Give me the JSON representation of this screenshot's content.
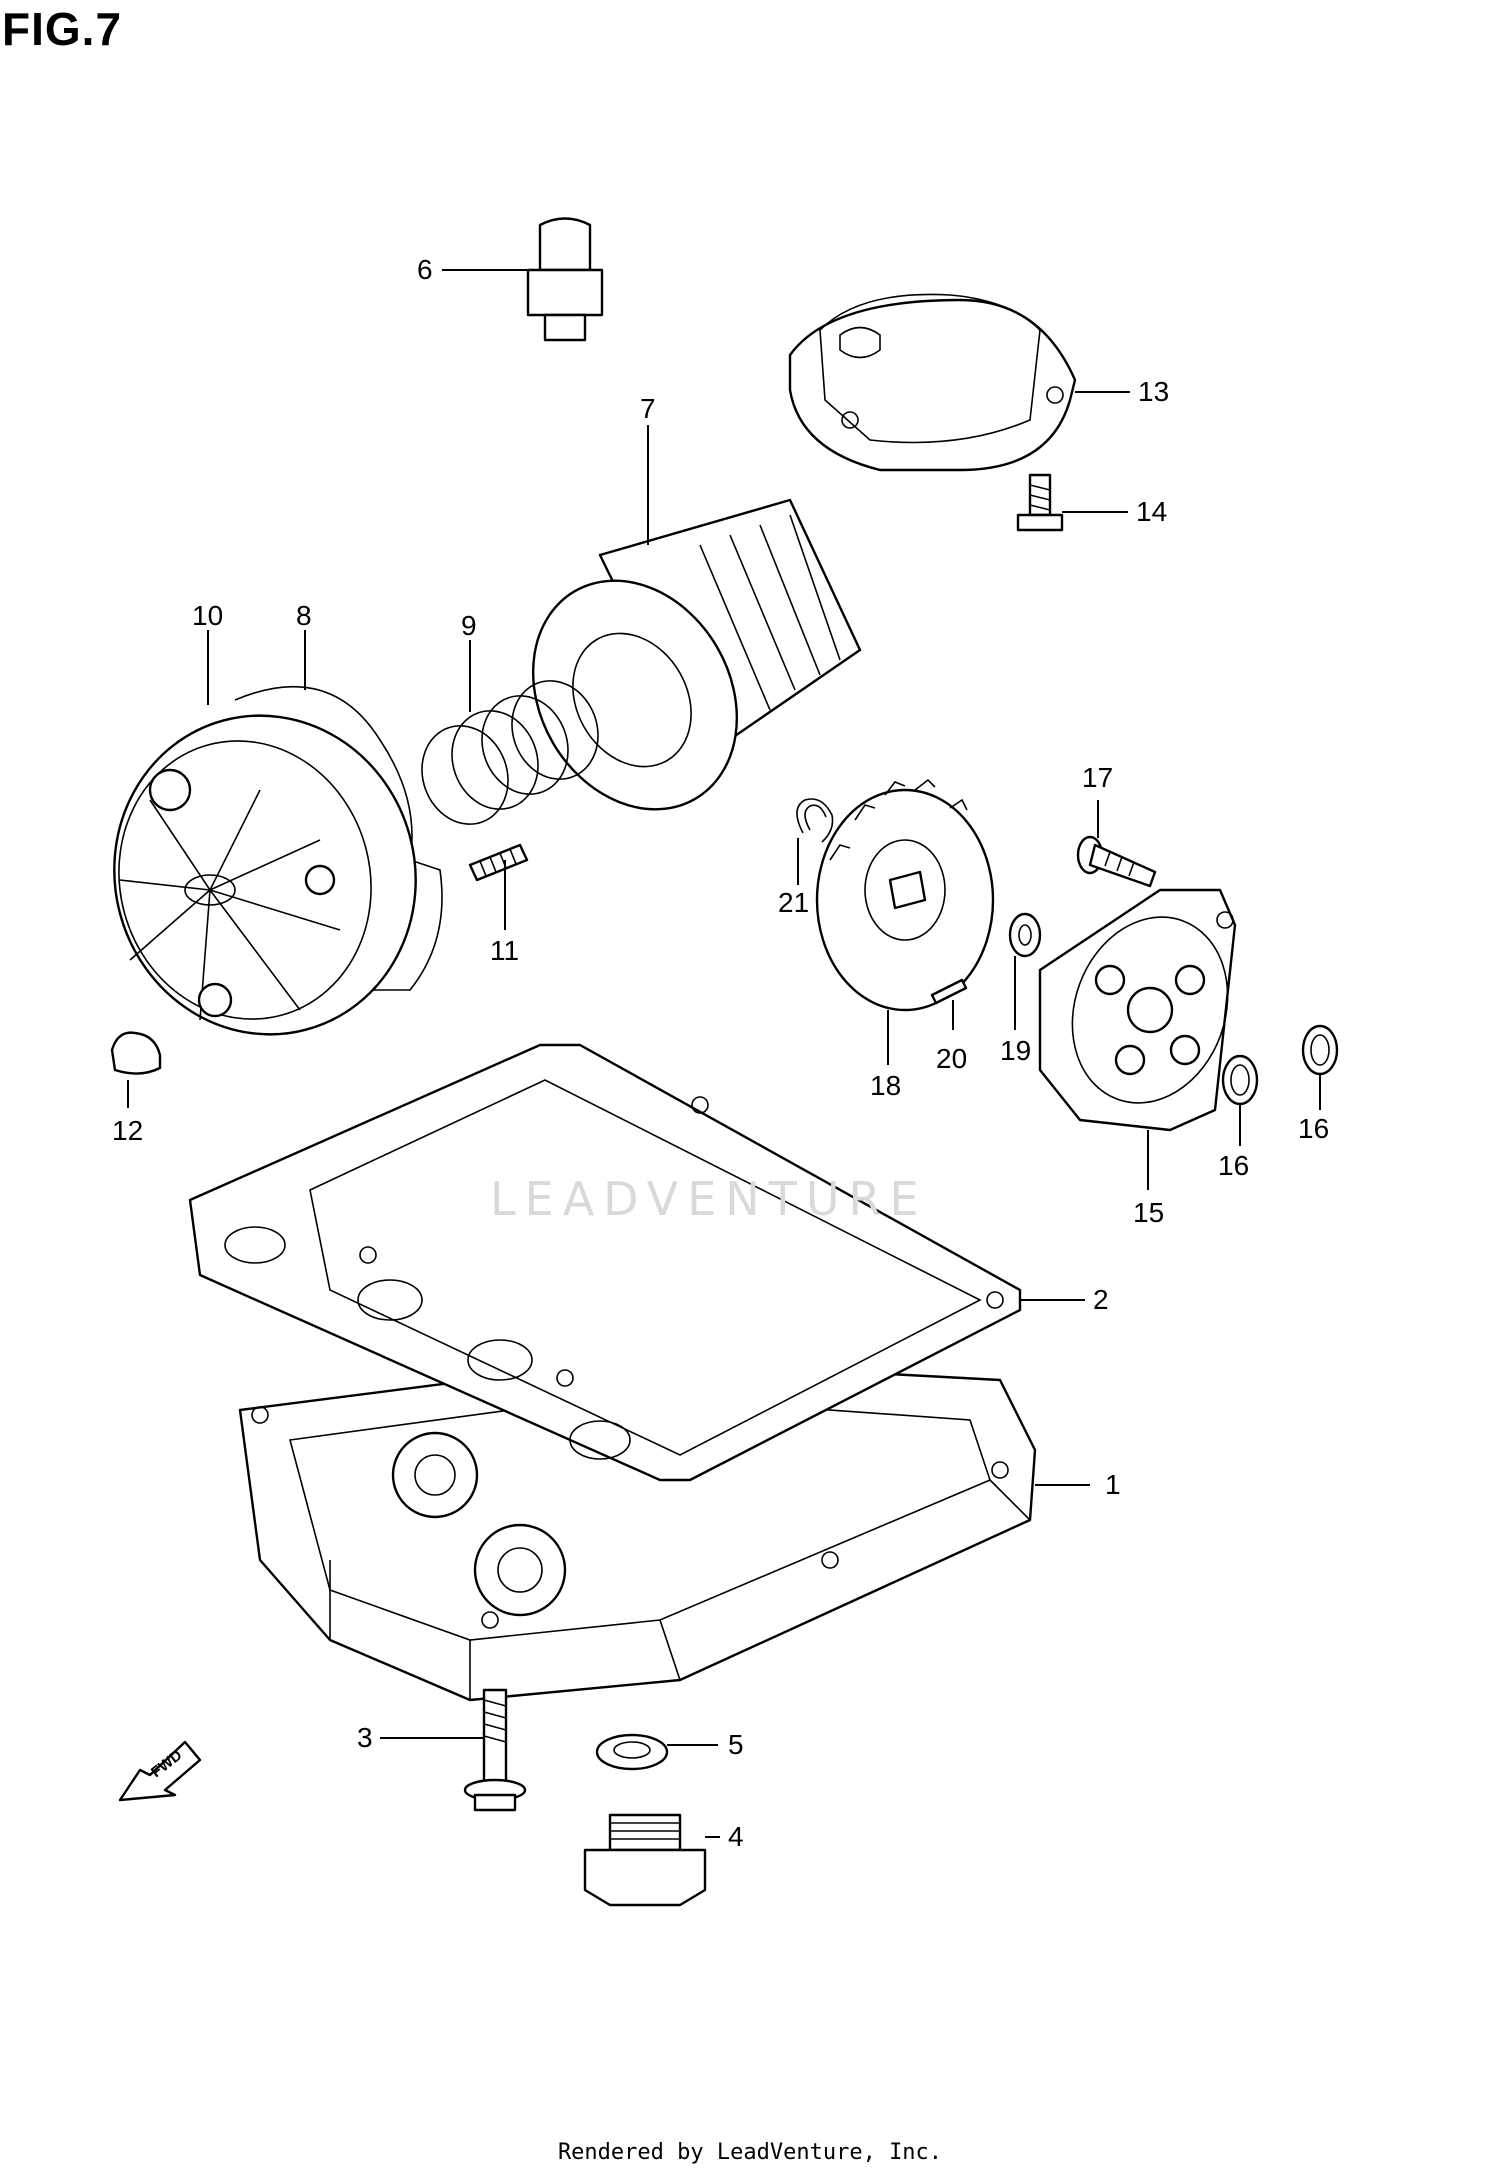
{
  "figure": {
    "title": "FIG.7"
  },
  "footer": {
    "text": "Rendered by LeadVenture, Inc."
  },
  "watermark": {
    "text": "LEADVENTURE",
    "color": "#d9d9d9"
  },
  "fwd_label": "FWD",
  "callouts": [
    "1",
    "2",
    "3",
    "4",
    "5",
    "6",
    "7",
    "8",
    "9",
    "10",
    "11",
    "12",
    "13",
    "14",
    "15",
    "16",
    "16",
    "17",
    "18",
    "19",
    "20",
    "21"
  ]
}
